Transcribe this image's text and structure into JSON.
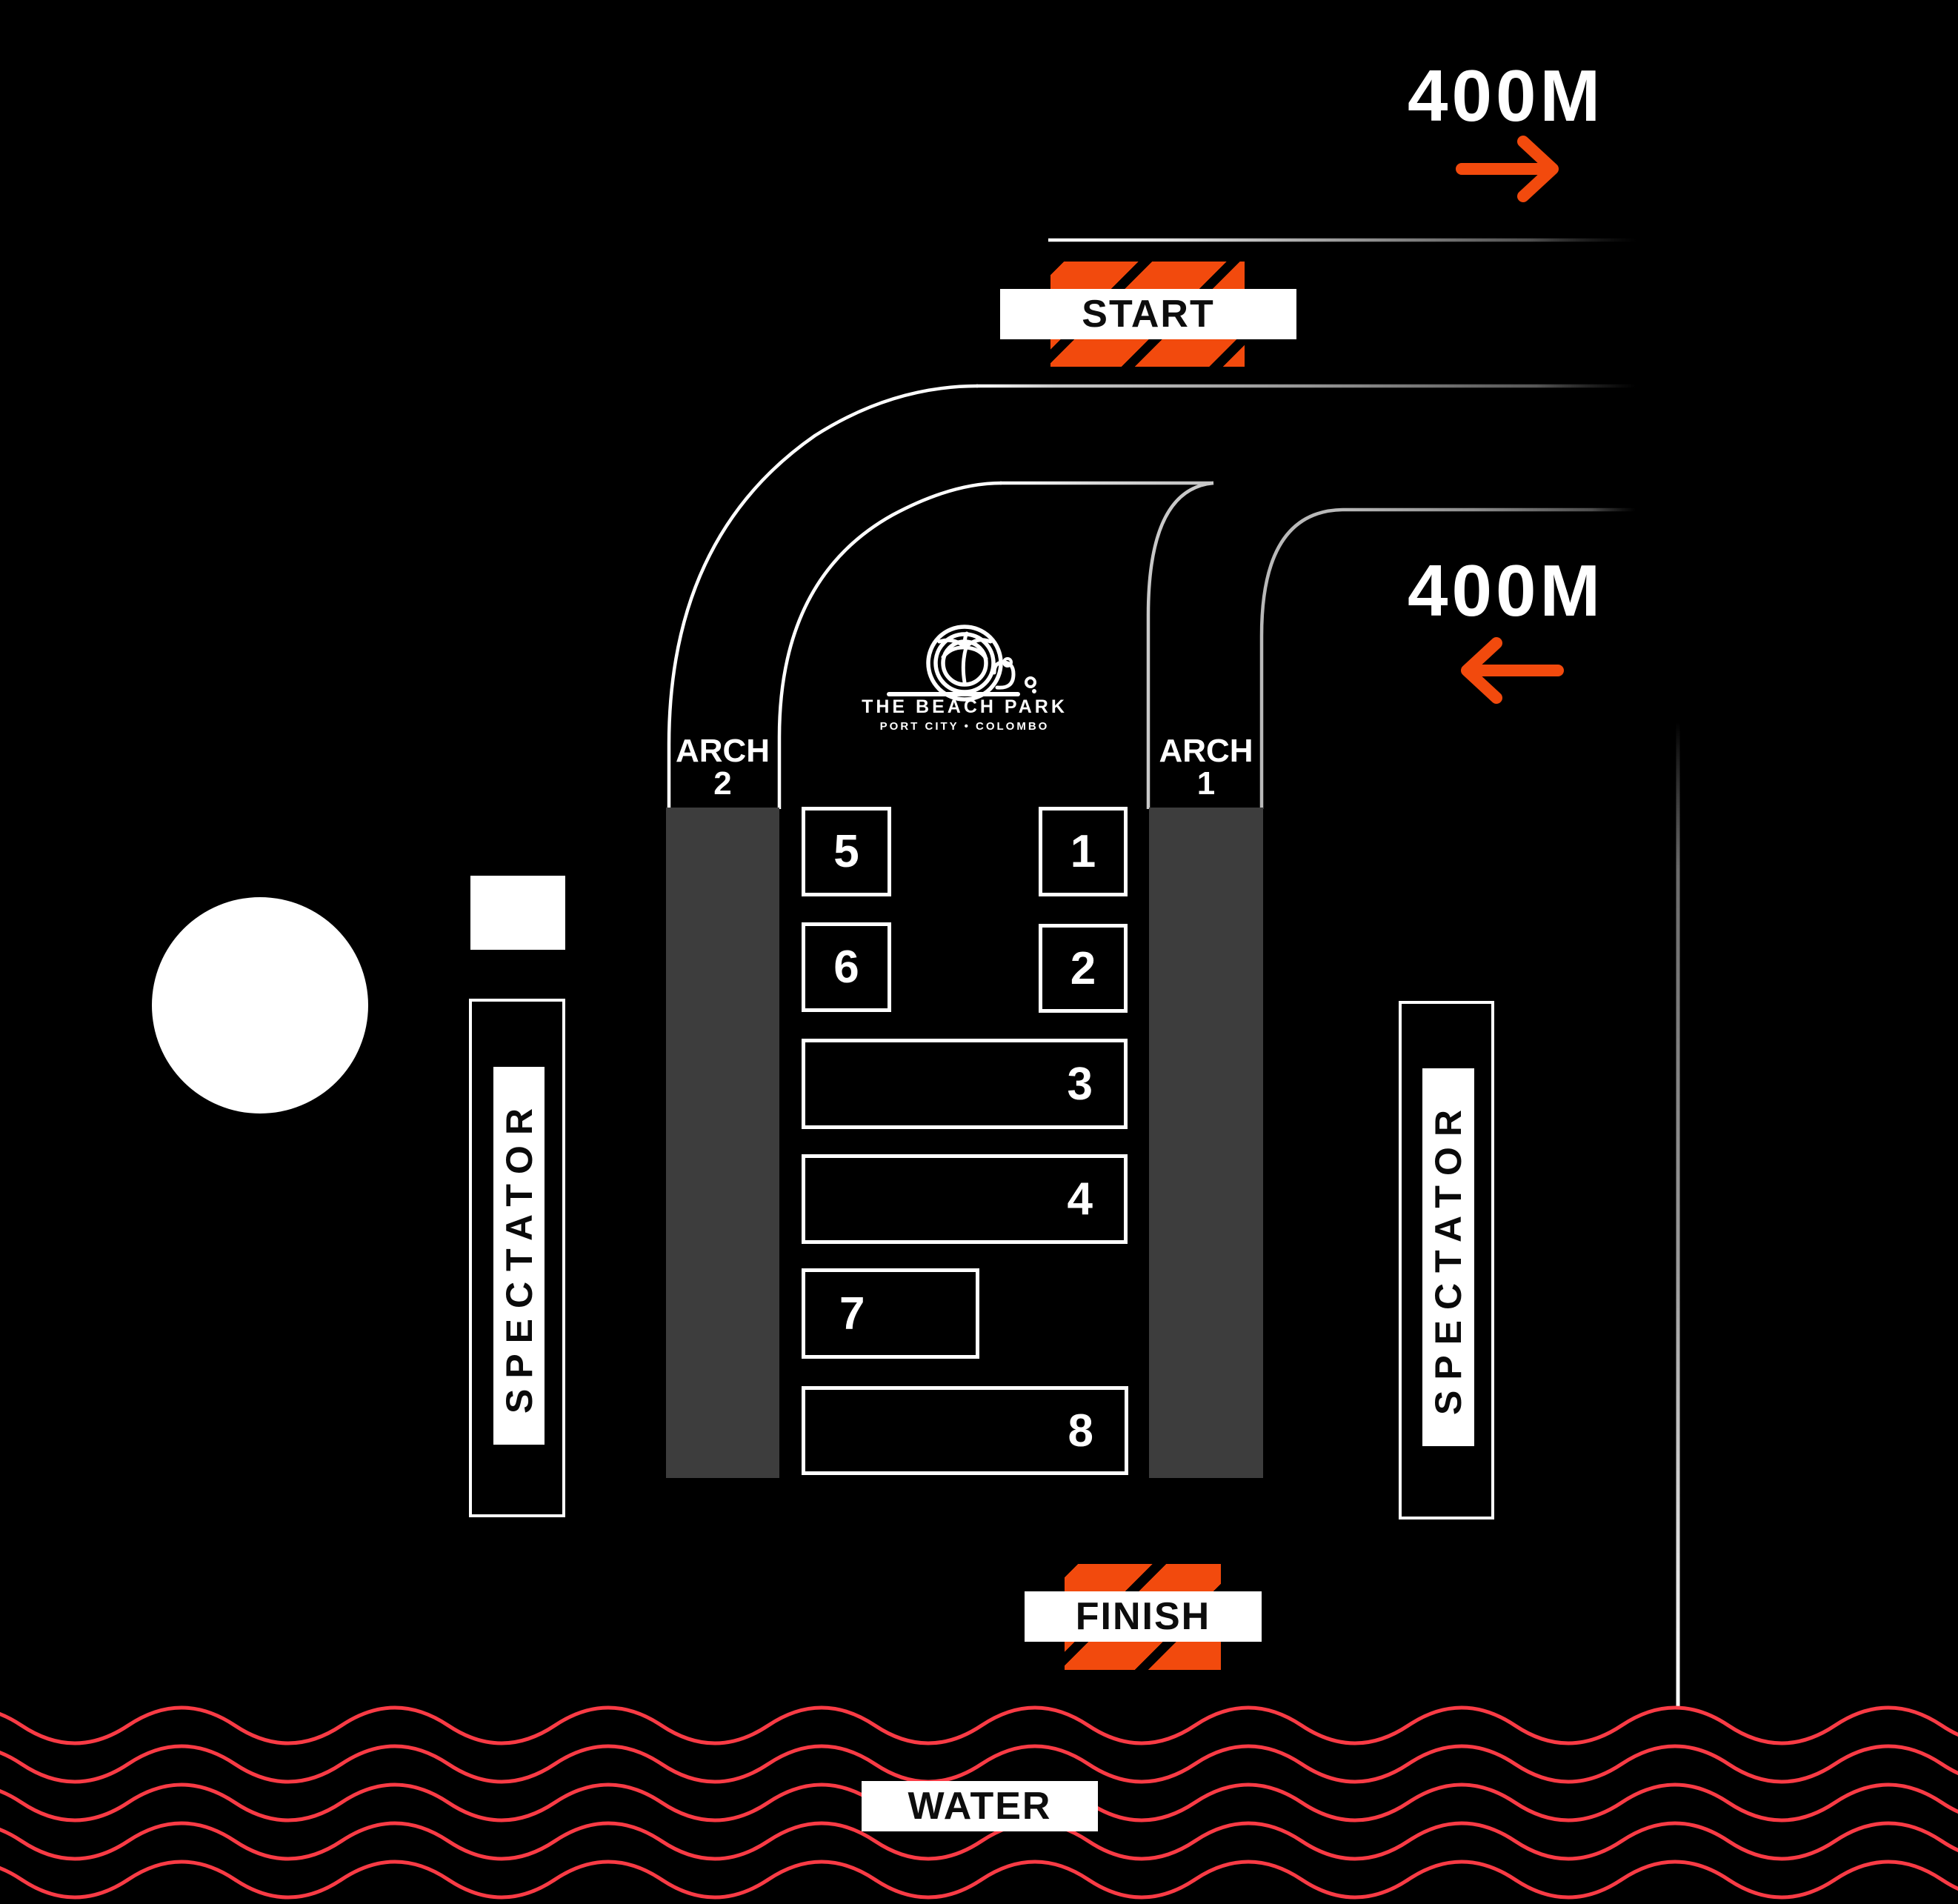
{
  "meta": {
    "title": "The Beach Park race course map"
  },
  "theme": {
    "bg": "#000000",
    "accent": "#F24A0D",
    "wave": "#F93B45",
    "zone_fill": "#3D3D3D",
    "line_white": "#FFFFFF",
    "line_gray": "#9E9E9E"
  },
  "markers": {
    "start_label": "START",
    "finish_label": "FINISH",
    "water_label": "WATER"
  },
  "distance_labels": {
    "out": {
      "text": "400M",
      "direction": "right"
    },
    "back": {
      "text": "400M",
      "direction": "left"
    }
  },
  "arches": [
    {
      "word": "ARCH",
      "number": "2"
    },
    {
      "word": "ARCH",
      "number": "1"
    }
  ],
  "zones": [
    {
      "label": "5"
    },
    {
      "label": "1"
    },
    {
      "label": "6"
    },
    {
      "label": "2"
    },
    {
      "label": "3"
    },
    {
      "label": "4"
    },
    {
      "label": "7"
    },
    {
      "label": "8"
    }
  ],
  "spectators": {
    "left": "SPECTATOR",
    "right": "SPECTATOR"
  },
  "logo": {
    "name": "THE BEACH PARK",
    "tagline": "PORT CITY • COLOMBO"
  }
}
